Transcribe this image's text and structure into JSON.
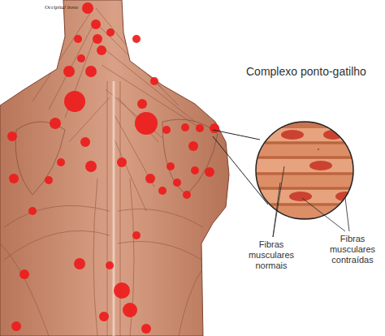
{
  "diagram": {
    "title": "Complexo ponto-gatilho",
    "labels": [
      "Occipital bone",
      "Fibras musculares normais",
      "Fibras musculares contraídas"
    ]
  }
}
